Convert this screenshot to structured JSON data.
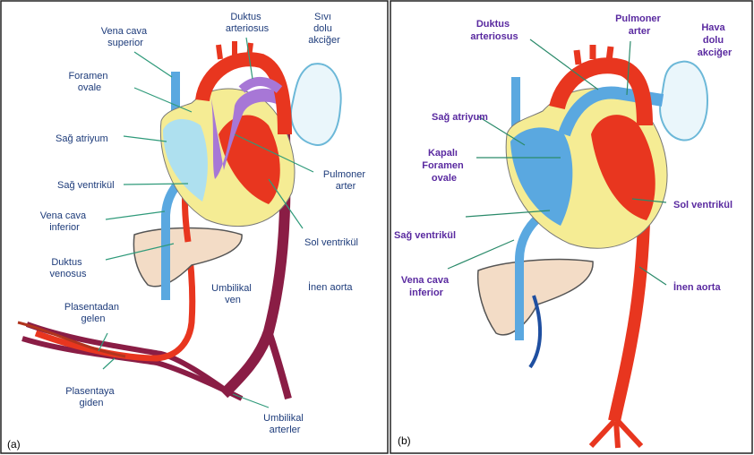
{
  "panel_a": {
    "tag": "(a)",
    "labels": {
      "vena_cava_superior": [
        "Vena cava",
        "superior"
      ],
      "foramen_ovale": [
        "Foramen",
        "ovale"
      ],
      "sag_atriyum": "Sağ atriyum",
      "sag_ventrikul": "Sağ ventrikül",
      "vena_cava_inferior": [
        "Vena cava",
        "inferior"
      ],
      "duktus_venosus": [
        "Duktus",
        "venosus"
      ],
      "plasentadan_gelen": [
        "Plasentadan",
        "gelen"
      ],
      "plasentaya_giden": [
        "Plasentaya",
        "giden"
      ],
      "duktus_arteriosus": [
        "Duktus",
        "arteriosus"
      ],
      "sivi_dolu_akciger": [
        "Sıvı",
        "dolu",
        "akciğer"
      ],
      "pulmoner_arter": [
        "Pulmoner",
        "arter"
      ],
      "sol_ventrikul": "Sol ventrikül",
      "inen_aorta": "İnen aorta",
      "umbilikal_ven": [
        "Umbilikal",
        "ven"
      ],
      "umbilikal_arterler": [
        "Umbilikal",
        "arterler"
      ]
    }
  },
  "panel_b": {
    "tag": "(b)",
    "labels": {
      "duktus_arteriosus": [
        "Duktus",
        "arteriosus"
      ],
      "pulmoner_arter": [
        "Pulmoner",
        "arter"
      ],
      "hava_dolu_akciger": [
        "Hava",
        "dolu",
        "akciğer"
      ],
      "sag_atriyum": "Sağ atriyum",
      "kapali_foramen_ovale": [
        "Kapalı",
        "Foramen",
        "ovale"
      ],
      "sol_ventrikul": "Sol ventrikül",
      "sag_ventrikul": "Sağ ventrikül",
      "vena_cava_inferior": [
        "Vena cava",
        "inferior"
      ],
      "inen_aorta": "İnen aorta"
    }
  },
  "colors": {
    "oxygenated": "#e8361f",
    "deoxygenated": "#5aa8e0",
    "mixed": "#a777d6",
    "umbilical_artery": "#8a1d45",
    "liver": "#f3dcc6",
    "lung": "#eaf6fb",
    "myocardium": "#f5ec94"
  }
}
